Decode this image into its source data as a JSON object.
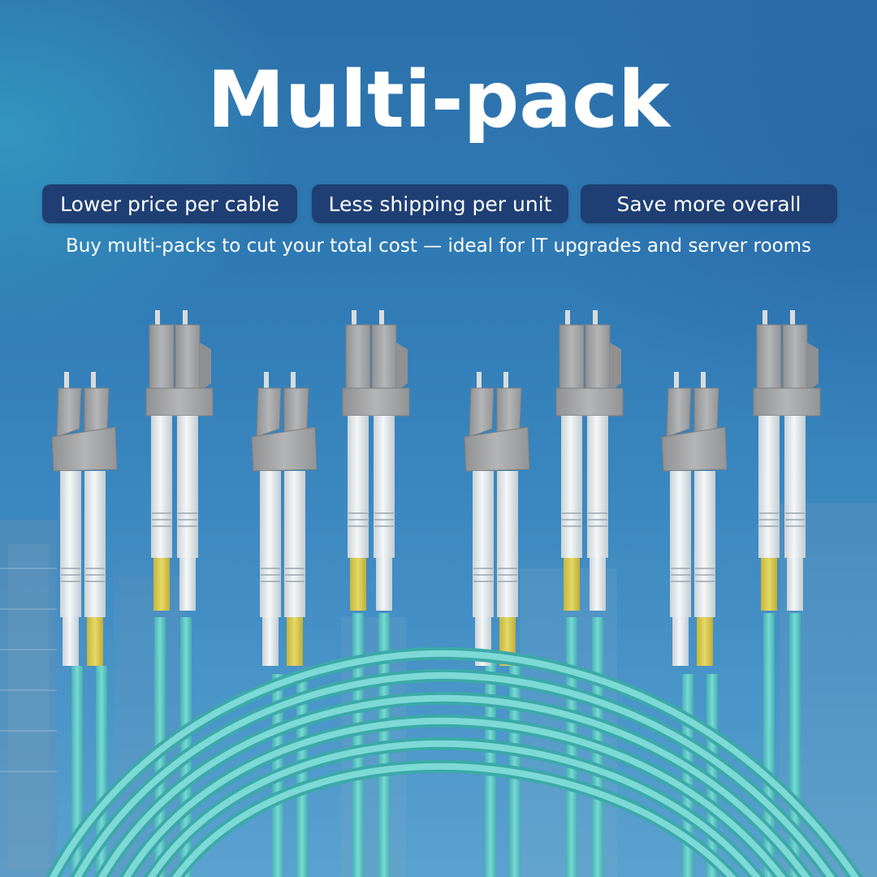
{
  "headline": "Multi-pack",
  "benefits": [
    "Lower price per cable",
    "Less shipping per unit",
    "Save more overall"
  ],
  "subtitle": "Buy multi-packs to cut your total cost — ideal for IT upgrades and server rooms",
  "colors": {
    "pill_background": "#1f3f74",
    "cable_jacket": "#5ec8c6",
    "boot": "#e6ecef",
    "connector_housing": "#a7a9ab",
    "ferrule_band": "#d8c84a"
  },
  "icons": [
    "lc-duplex-connector-icon"
  ]
}
